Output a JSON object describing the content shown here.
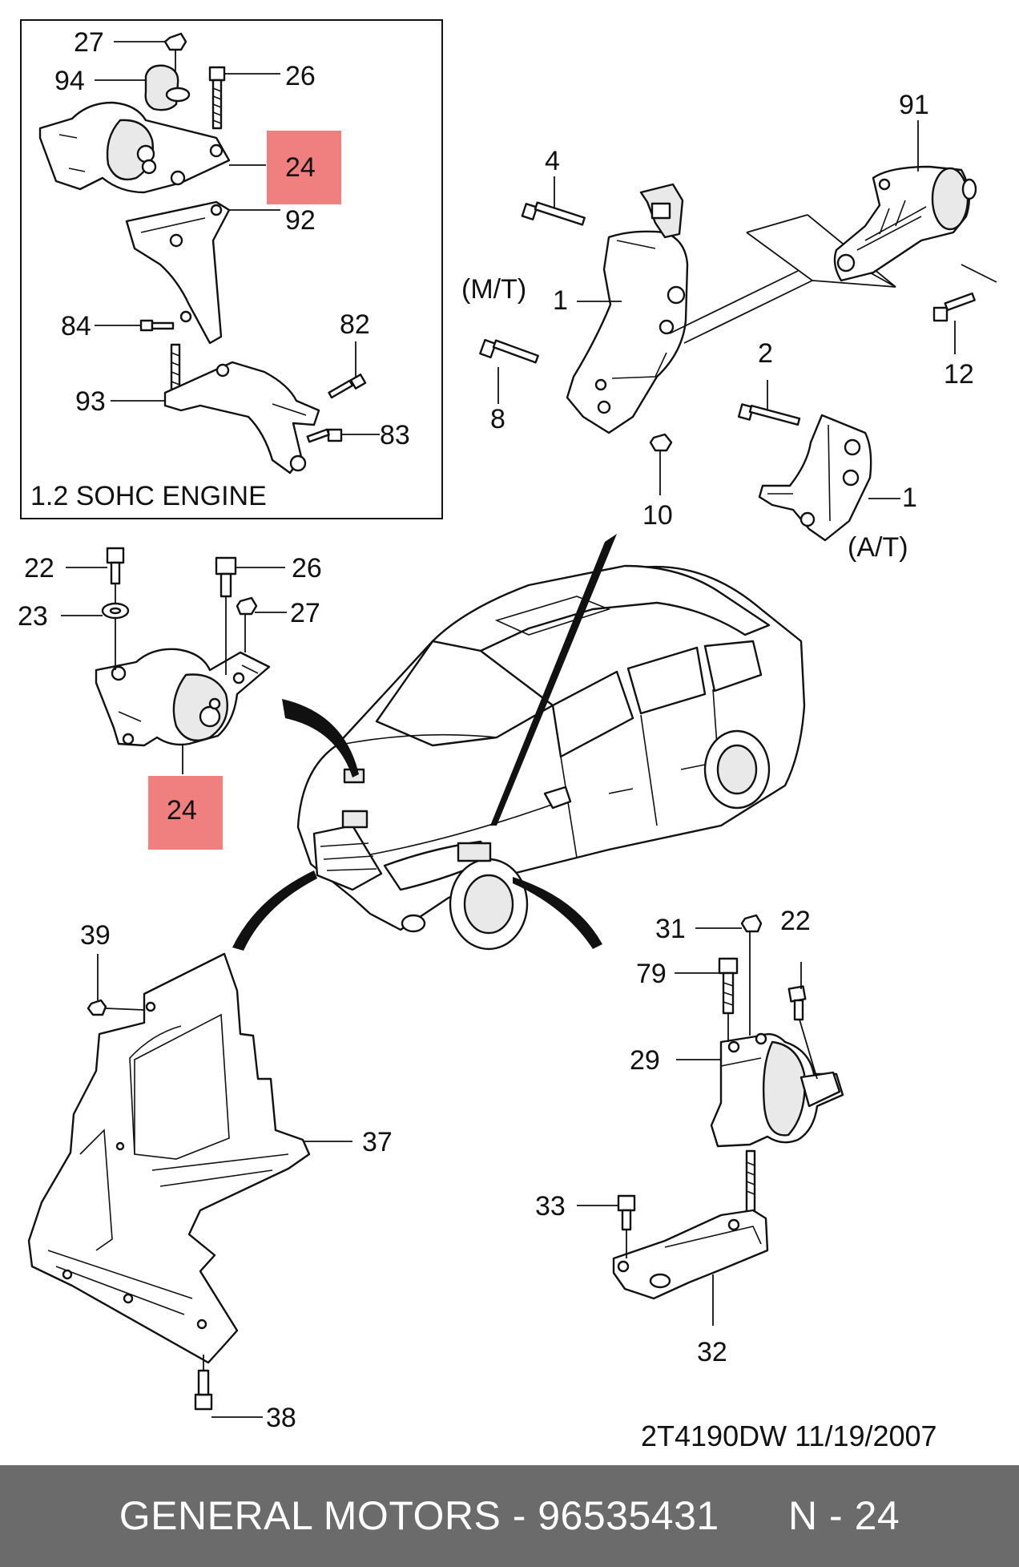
{
  "inset": {
    "title": "1.2 SOHC ENGINE"
  },
  "highlight_color": "#f08080",
  "footer_color": "#6b6b6b",
  "labels": {
    "l27a": "27",
    "l94": "94",
    "l26a": "26",
    "l24a": "24",
    "l92": "92",
    "l84": "84",
    "l82": "82",
    "l93": "93",
    "l83": "83",
    "l4": "4",
    "l91": "91",
    "mt": "(M/T)",
    "l1a": "1",
    "l8": "8",
    "l2": "2",
    "l12": "12",
    "l10": "10",
    "l1b": "1",
    "at": "(A/T)",
    "l22a": "22",
    "l23": "23",
    "l26b": "26",
    "l27b": "27",
    "l24b": "24",
    "l39": "39",
    "l37": "37",
    "l38": "38",
    "l31": "31",
    "l22b": "22",
    "l79": "79",
    "l29": "29",
    "l33": "33",
    "l32": "32"
  },
  "drawing_code": "2T4190DW  11/19/2007",
  "footer": {
    "text": "GENERAL MOTORS - 96535431      N - 24"
  }
}
